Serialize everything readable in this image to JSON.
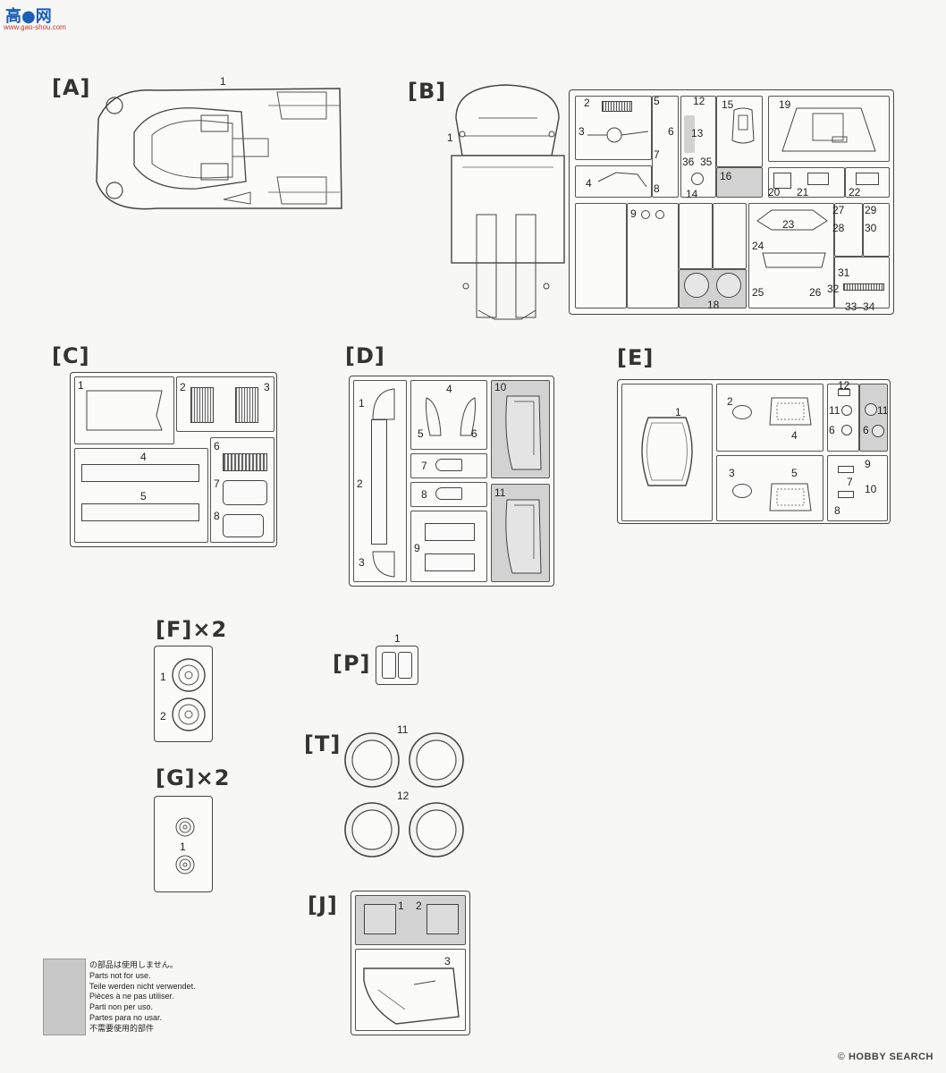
{
  "watermark": {
    "cn": "高●网",
    "url": "www.gao-shou.com"
  },
  "sections": {
    "A": {
      "label": "[A]",
      "parts": [
        "1"
      ]
    },
    "B": {
      "label": "[B]",
      "parts": [
        "1",
        "2",
        "3",
        "4",
        "5",
        "6",
        "7",
        "8",
        "9",
        "12",
        "13",
        "14",
        "15",
        "16",
        "18",
        "19",
        "20",
        "21",
        "22",
        "23",
        "24",
        "25",
        "26",
        "27",
        "28",
        "29",
        "30",
        "31",
        "32",
        "33",
        "34",
        "35",
        "36"
      ],
      "dash": "33–34"
    },
    "C": {
      "label": "[C]",
      "parts": [
        "1",
        "2",
        "3",
        "4",
        "5",
        "6",
        "7",
        "8"
      ]
    },
    "D": {
      "label": "[D]",
      "parts": [
        "1",
        "2",
        "3",
        "4",
        "5",
        "6",
        "7",
        "8",
        "9",
        "10",
        "11"
      ]
    },
    "E": {
      "label": "[E]",
      "parts": [
        "1",
        "2",
        "3",
        "4",
        "5",
        "6",
        "7",
        "8",
        "9",
        "10",
        "11",
        "12"
      ],
      "e6b": "6",
      "e11b": "11"
    },
    "F": {
      "label": "[F]×2",
      "parts": [
        "1",
        "2"
      ]
    },
    "G": {
      "label": "[G]×2",
      "parts": [
        "1"
      ]
    },
    "P": {
      "label": "[P]",
      "parts": [
        "1"
      ]
    },
    "T": {
      "label": "[T]",
      "parts": [
        "11",
        "12"
      ]
    },
    "J": {
      "label": "[J]",
      "parts": [
        "1",
        "2",
        "3"
      ]
    }
  },
  "legend": {
    "lines": [
      "の部品は使用しません。",
      "Parts not for use.",
      "Teile werden nicht verwendet.",
      "Pièces à ne pas utiliser.",
      "Parti non per uso.",
      "Partes para no usar.",
      "不需要使用的部件"
    ],
    "swatch_color": "#c8c8c8"
  },
  "footer": {
    "brand": "HOBBY SEARCH",
    "symbol": "©"
  },
  "colors": {
    "line": "#444444",
    "grey_fill": "#d2d2d2",
    "background": "#f7f7f5"
  }
}
